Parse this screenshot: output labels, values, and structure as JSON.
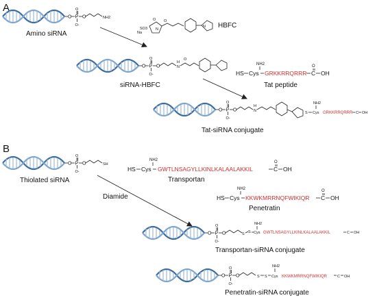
{
  "panels": {
    "a": "A",
    "b": "B"
  },
  "labels": {
    "amino_sirna": "Amino siRNA",
    "hbfc": "HBFC",
    "sirna_hbfc": "siRNA-HBFC",
    "tat_peptide": "Tat peptide",
    "tat_conjugate": "Tat-siRNA conjugate",
    "thiolated_sirna": "Thiolated siRNA",
    "transportan": "Transportan",
    "diamide": "Diamide",
    "penetratin": "Penetratin",
    "transportan_conjugate": "Transportan-siRNA conjugate",
    "penetratin_conjugate": "Penetratin-siRNA conjugate"
  },
  "chem": {
    "o": "O",
    "p": "P",
    "o_minus": "O-",
    "nh2": "NH2",
    "nh": "N",
    "h": "H",
    "sh": "SH",
    "s": "S",
    "hs": "HS",
    "cys": "Cys",
    "c": "C",
    "oh": "OH",
    "so3": "SO3",
    "na": "Na",
    "n": "N"
  },
  "sequences": {
    "tat": "GRKKRRQRRR",
    "transportan": "GWTLNSAGYLLKINLKALAALAKKIL",
    "penetratin": "KKWKMRRNQFWIKIQR"
  },
  "colors": {
    "peptide": "#d32f2f",
    "helix": "#7fa6cf",
    "helix_dark": "#3d6d9e"
  },
  "icons": [
    "dna-helix-icon",
    "reaction-arrow-icon",
    "maleimide-ring-icon",
    "benzene-ring-icon"
  ]
}
